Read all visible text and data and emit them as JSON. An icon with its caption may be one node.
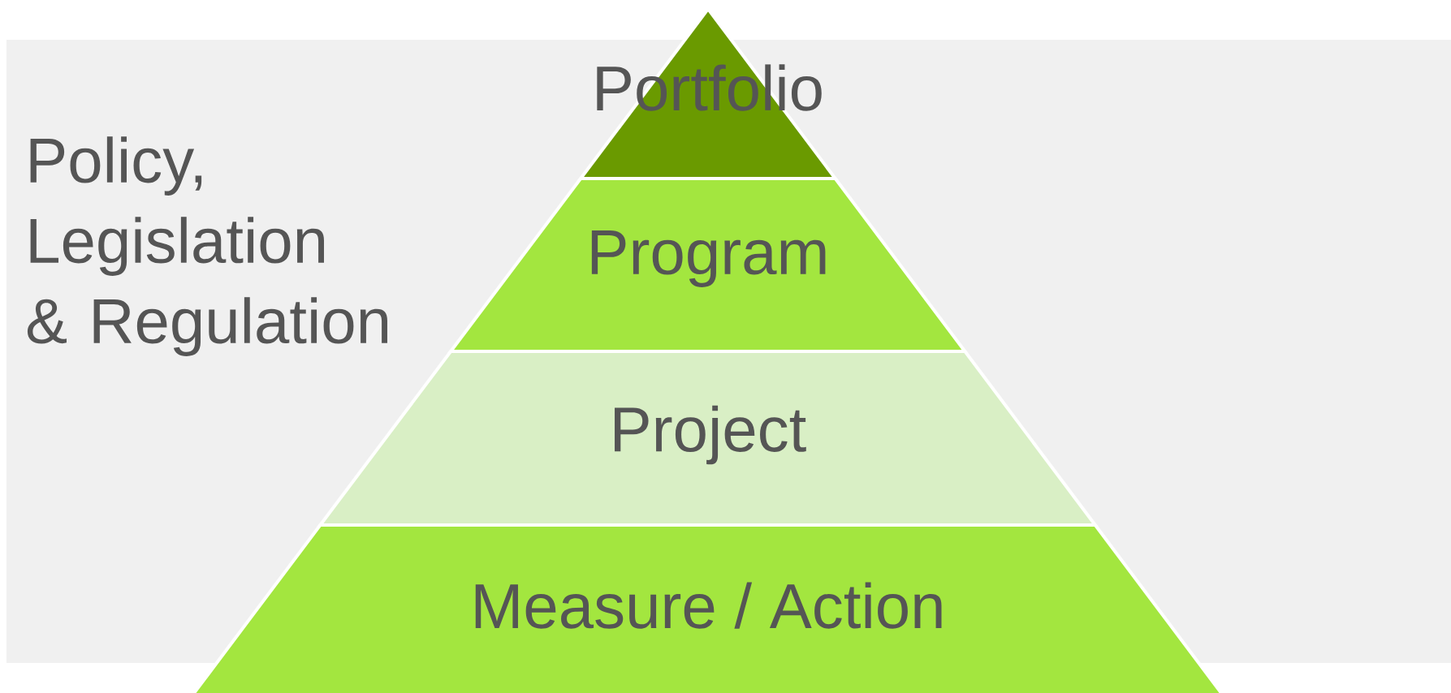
{
  "diagram": {
    "nodes": [
      {
        "text": [
          "Portfolio"
        ]
      },
      {
        "text": [
          "Program"
        ]
      },
      {
        "text": [
          "Project"
        ]
      },
      {
        "text": [
          "Measure / Action"
        ]
      }
    ],
    "labels": [
      "Policy, Legislation & Regulation"
    ]
  }
}
